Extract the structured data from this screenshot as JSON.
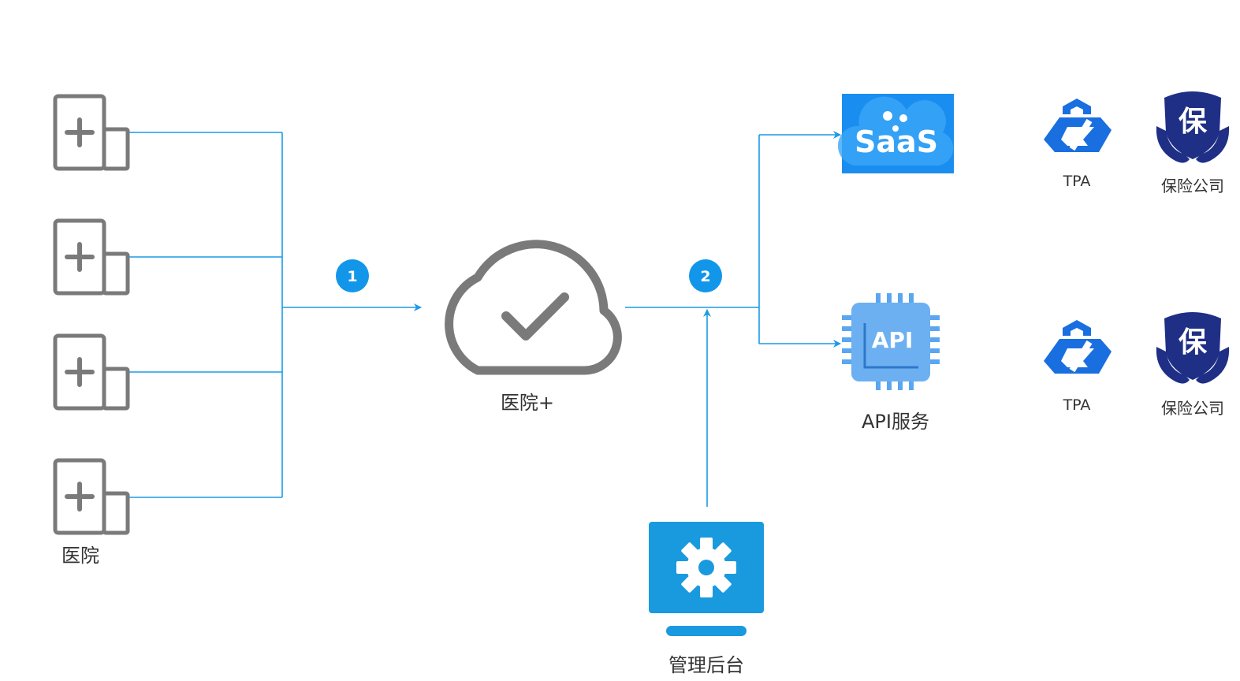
{
  "diagram": {
    "hospitals_label": "医院",
    "cloud_label": "医院+",
    "admin_label": "管理后台",
    "saas_text": "SaaS",
    "api_chip_text": "API",
    "api_service_label": "API服务",
    "steps": [
      "1",
      "2"
    ],
    "partners": [
      {
        "tpa_label": "TPA",
        "insurer_label": "保险公司",
        "insurer_badge": "保"
      },
      {
        "tpa_label": "TPA",
        "insurer_label": "保险公司",
        "insurer_badge": "保"
      }
    ]
  },
  "colors": {
    "connector": "#1a9be5",
    "step_badge": "#1296ea",
    "icon_gray": "#7a7a7a",
    "saas_blue": "#1a8ef0",
    "api_chip": "#5aa6f0",
    "admin_blue": "#1a9ade",
    "partner_blue": "#1a6fe0",
    "insurer_navy": "#1f2f86"
  },
  "icons": {
    "hospital": "hospital-building-icon",
    "cloud": "cloud-check-icon",
    "admin": "monitor-gear-icon",
    "saas": "saas-cloud-icon",
    "api": "api-chip-icon",
    "tpa": "tpa-logo-icon",
    "insurer": "insurance-shield-hands-icon"
  }
}
